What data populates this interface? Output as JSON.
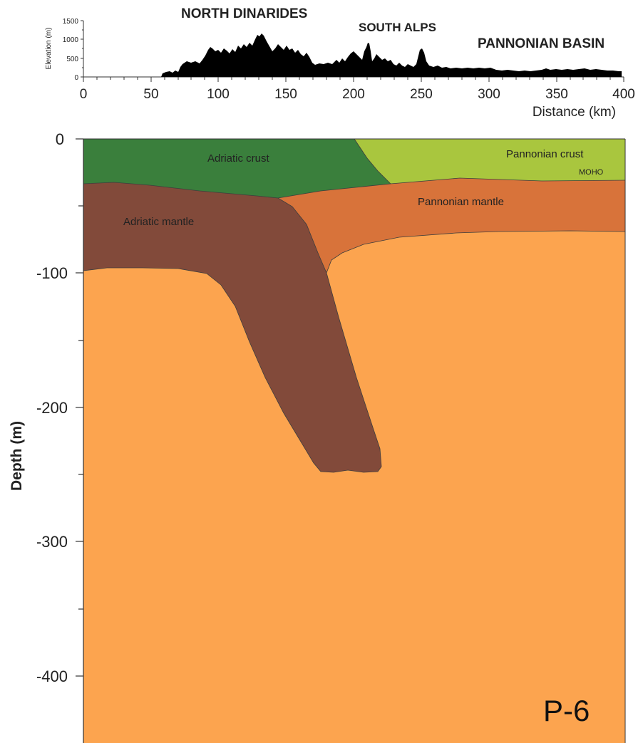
{
  "regions": {
    "north_dinarides": "NORTH DINARIDES",
    "south_alps": "SOUTH ALPS",
    "pannonian_basin": "PANNONIAN BASIN"
  },
  "elevation_panel": {
    "ylabel": "Elevation (m)",
    "yticks": [
      "1500",
      "1000",
      "500",
      "0"
    ],
    "xticks": [
      "0",
      "50",
      "100",
      "150",
      "200",
      "250",
      "300",
      "350",
      "400"
    ],
    "xlabel": "Distance (km)",
    "fill_color": "#000000"
  },
  "section_panel": {
    "ylabel": "Depth (m)",
    "yticks": [
      "0",
      "-100",
      "-200",
      "-300",
      "-400"
    ],
    "layers": {
      "adriatic_crust": "Adriatic crust",
      "pannonian_crust": "Pannonian crust",
      "moho": "MOHO",
      "adriatic_mantle": "Adriatic mantle",
      "pannonian_mantle": "Pannonian mantle"
    },
    "colors": {
      "adriatic_crust": "#3a7f3c",
      "pannonian_crust": "#a9c63e",
      "adriatic_mantle": "#824a3a",
      "pannonian_mantle": "#d8733a",
      "asthenosphere": "#fca44f"
    },
    "profile_id": "P-6"
  }
}
